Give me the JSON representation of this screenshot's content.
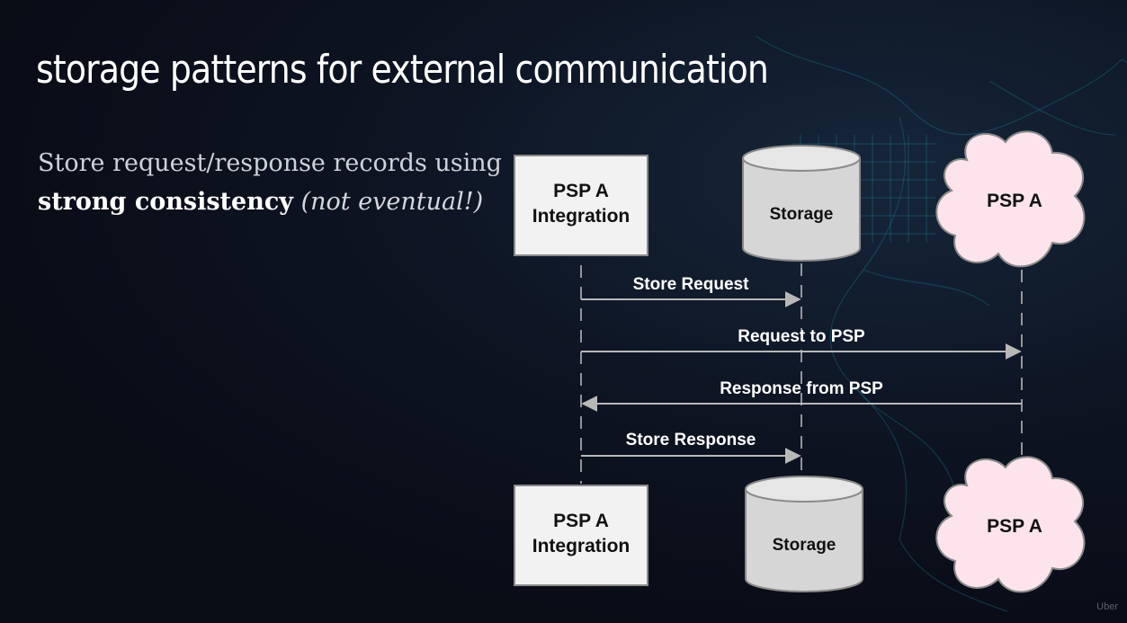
{
  "slide": {
    "title": "storage patterns for external communication",
    "subtitle": {
      "line1": "Store request/response records using",
      "strong": "strong consistency",
      "emphasis": "(not eventual!)"
    }
  },
  "diagram": {
    "participants": {
      "integration": {
        "line1": "PSP A",
        "line2": "Integration"
      },
      "storage": "Storage",
      "psp": "PSP A"
    },
    "messages": [
      {
        "label": "Store Request",
        "from": "integration",
        "to": "storage"
      },
      {
        "label": "Request to PSP",
        "from": "integration",
        "to": "psp"
      },
      {
        "label": "Response from PSP",
        "from": "psp",
        "to": "integration"
      },
      {
        "label": "Store Response",
        "from": "integration",
        "to": "storage"
      }
    ]
  },
  "colors": {
    "box_fill": "#f2f2f2",
    "box_stroke": "#8a8a8a",
    "cylinder_fill": "#d6d6d6",
    "cloud_fill": "#fde4ec",
    "arrow": "#b8b8b8",
    "text_dark": "#111111"
  },
  "watermark": "Uber"
}
